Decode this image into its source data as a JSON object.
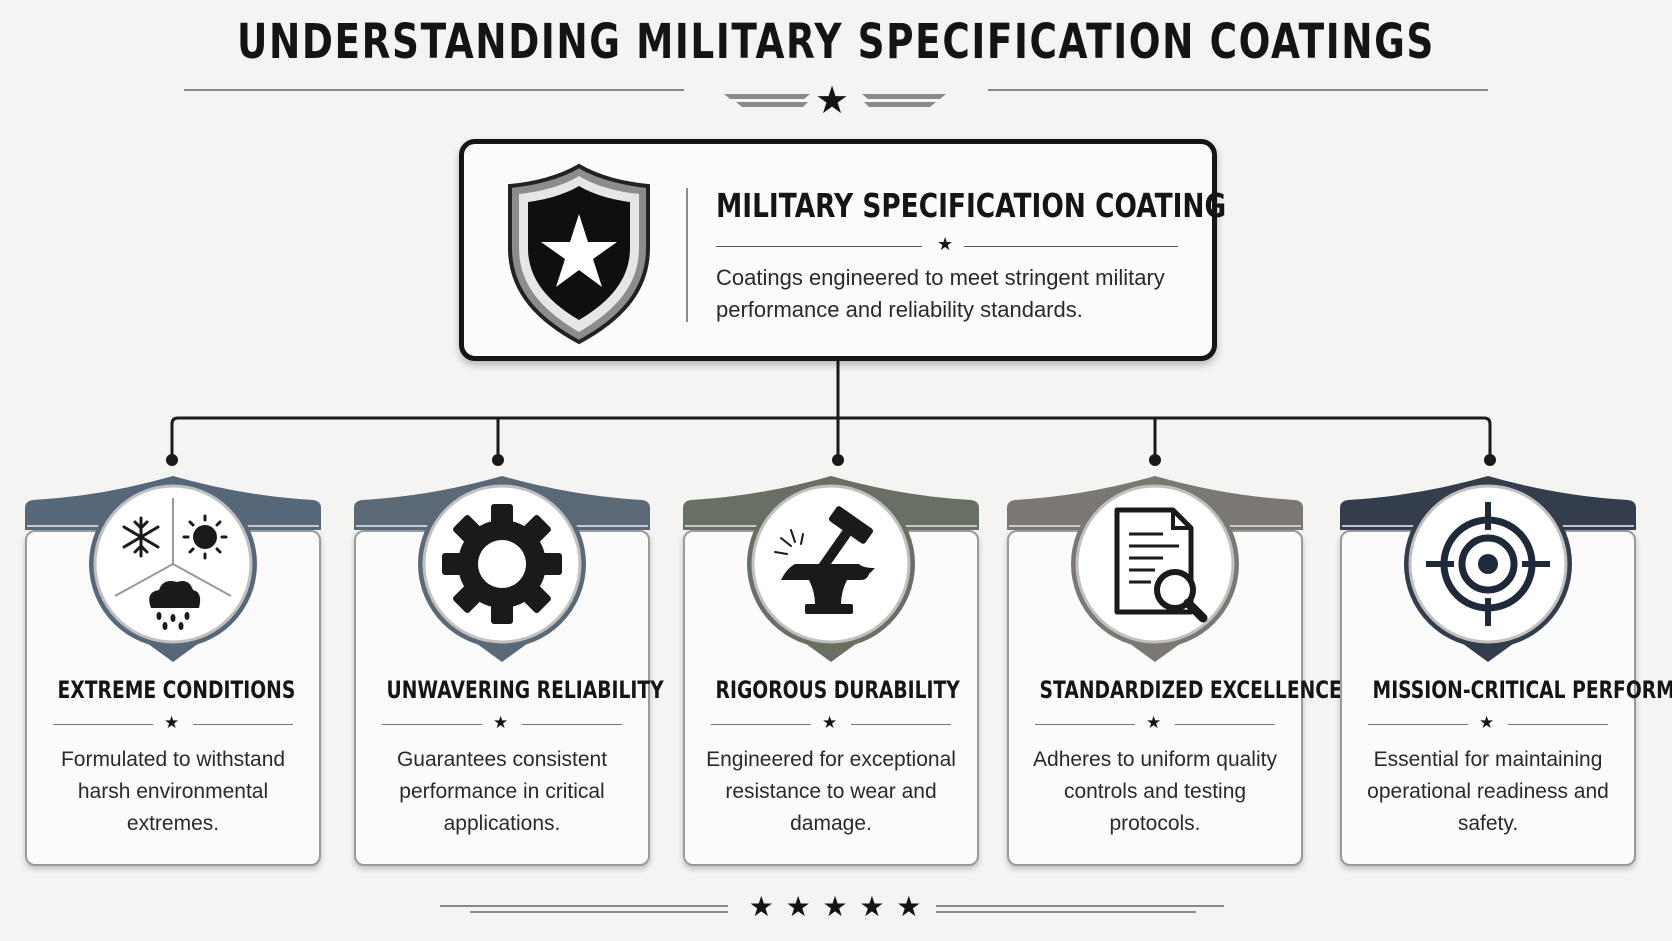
{
  "title": "UNDERSTANDING MILITARY SPECIFICATION COATINGS",
  "main": {
    "title": "MILITARY SPECIFICATION COATING",
    "description": "Coatings engineered to meet stringent military performance and reliability standards.",
    "icon": "shield-star-icon"
  },
  "star_glyph": "★",
  "footer_stars": "★ ★ ★ ★ ★",
  "cards": [
    {
      "title": "EXTREME CONDITIONS",
      "description": "Formulated to withstand harsh environmental extremes.",
      "icon": "weather-icon",
      "accent": "#56677a"
    },
    {
      "title": "UNWAVERING RELIABILITY",
      "description": "Guarantees consistent performance in critical applications.",
      "icon": "gear-icon",
      "accent": "#5b6876"
    },
    {
      "title": "RIGOROUS DURABILITY",
      "description": "Engineered for exceptional resistance to wear and damage.",
      "icon": "anvil-hammer-icon",
      "accent": "#6a6f63"
    },
    {
      "title": "STANDARDIZED EXCELLENCE",
      "description": "Adheres to uniform quality controls and testing protocols.",
      "icon": "document-search-icon",
      "accent": "#7b7773"
    },
    {
      "title": "MISSION-CRITICAL PERFORMANCE",
      "description": "Essential for maintaining operational readiness and safety.",
      "icon": "target-icon",
      "accent": "#333d4c"
    }
  ]
}
